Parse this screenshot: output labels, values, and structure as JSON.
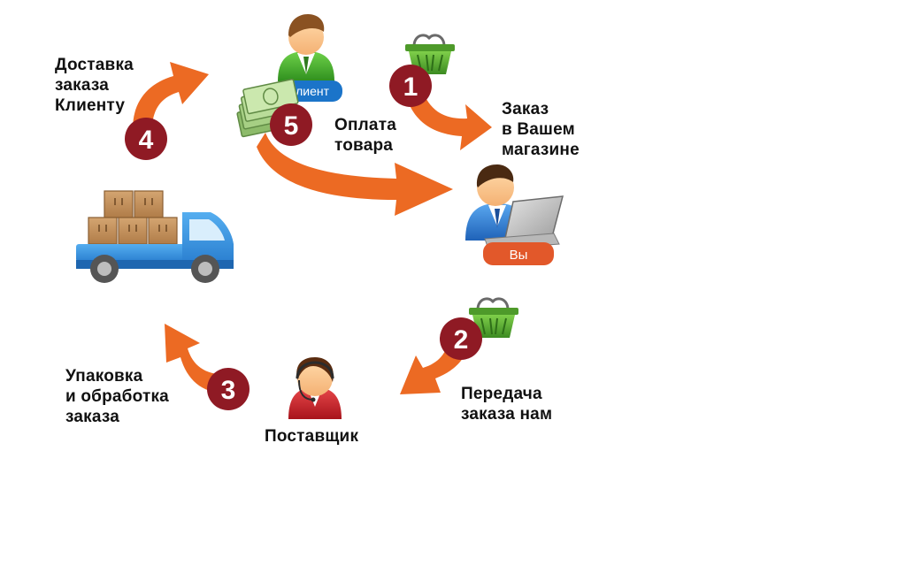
{
  "colors": {
    "arrow": "#ec6a23",
    "step_badge": "#8f1a24",
    "role_tag": "#1b74c9",
    "role_tag_you": "#e2582a",
    "basket": "#57a832"
  },
  "roles": {
    "client": "Клиент",
    "you": "Вы",
    "supplier": "Поставщик"
  },
  "steps": [
    {
      "number": "1",
      "label": "Заказ\nв Вашем\nмагазине"
    },
    {
      "number": "2",
      "label": "Передача\nзаказа нам"
    },
    {
      "number": "3",
      "label": "Упаковка\nи обработка\nзаказа"
    },
    {
      "number": "4",
      "label": "Доставка\nзаказа\nКлиенту"
    },
    {
      "number": "5",
      "label": "Оплата\nтовара"
    }
  ],
  "icons": [
    "client-avatar-icon",
    "seller-laptop-icon",
    "supplier-headset-icon",
    "delivery-truck-icon",
    "shopping-basket-icon",
    "money-stack-icon"
  ]
}
